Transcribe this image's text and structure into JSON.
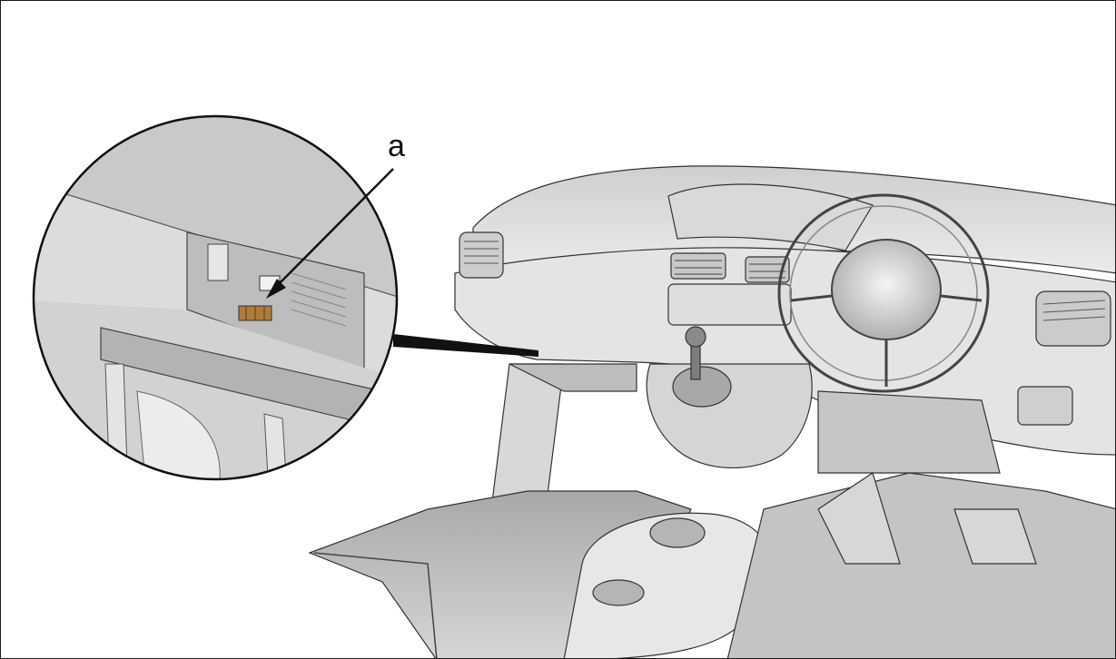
{
  "diagram": {
    "callout_label": "a",
    "colors": {
      "outline": "#111111",
      "surface_light": "#e9e9e9",
      "surface_mid": "#cfcfcf",
      "surface_dark": "#9a9a9a",
      "connector": "#b07a3a"
    },
    "icons": [
      "dashboard-illustration",
      "magnified-detail-circle",
      "leader-arrow"
    ]
  }
}
